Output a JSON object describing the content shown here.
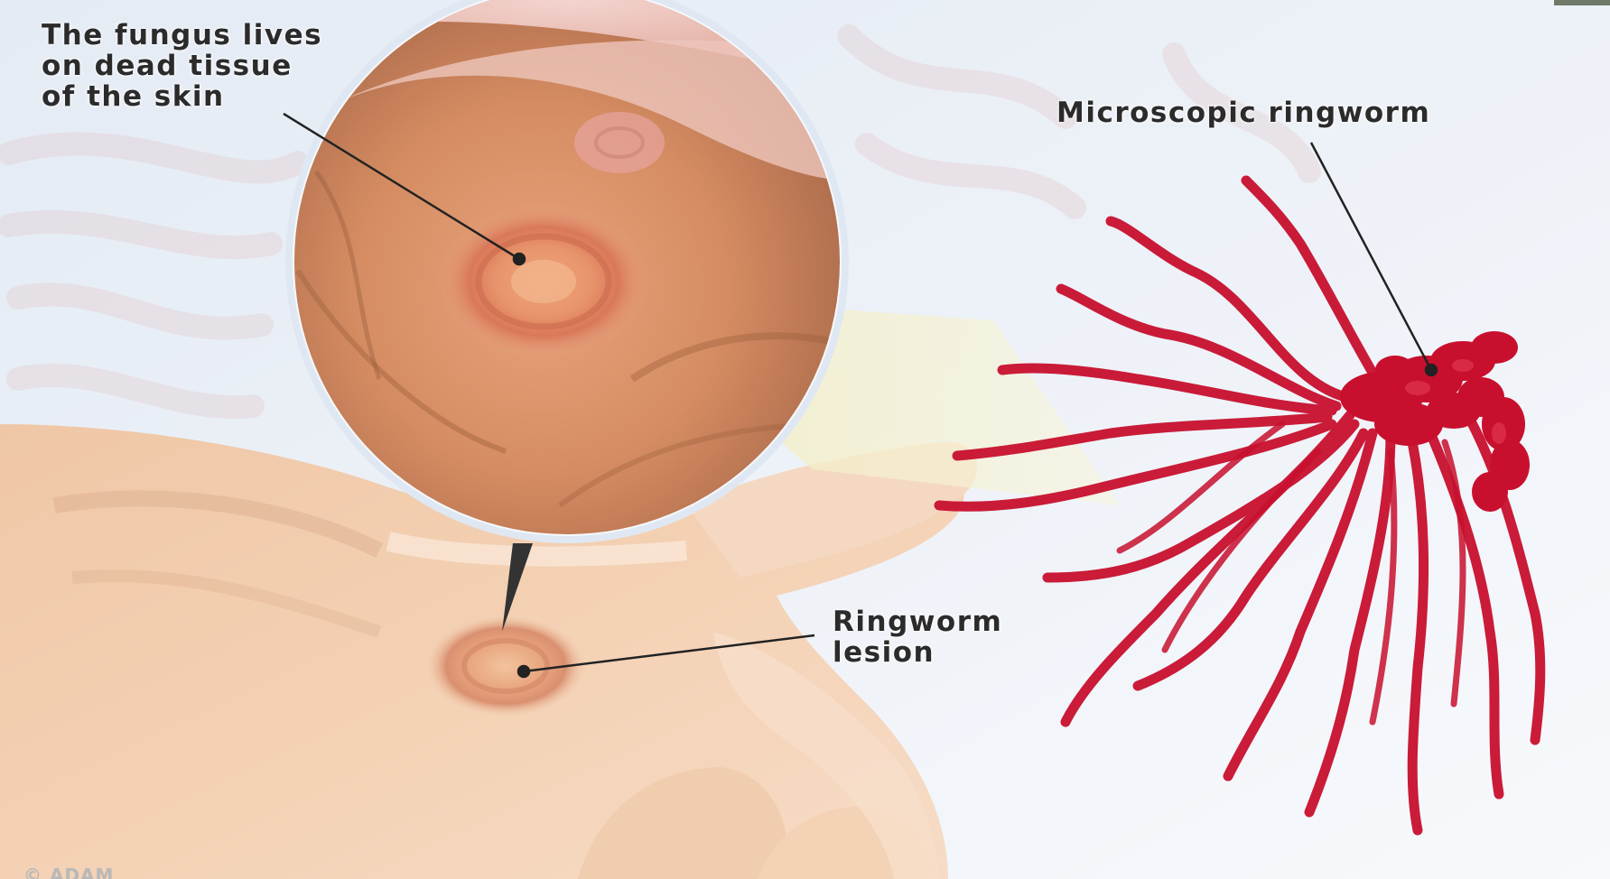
{
  "figure": {
    "labels": {
      "fungus": [
        "The fungus lives",
        "on dead tissue",
        "of the skin"
      ],
      "microscopic": "Microscopic ringworm",
      "lesion": [
        "Ringworm",
        "lesion"
      ]
    },
    "watermark": "© ADAM",
    "colors": {
      "background": "#e9eff6",
      "skin": "#e8b48e",
      "skin_dark": "#c98a63",
      "lesion": "#d9825a",
      "fungus_red": "#c8102e",
      "wedge": "#f4efc4",
      "leader_line": "#222222"
    }
  }
}
